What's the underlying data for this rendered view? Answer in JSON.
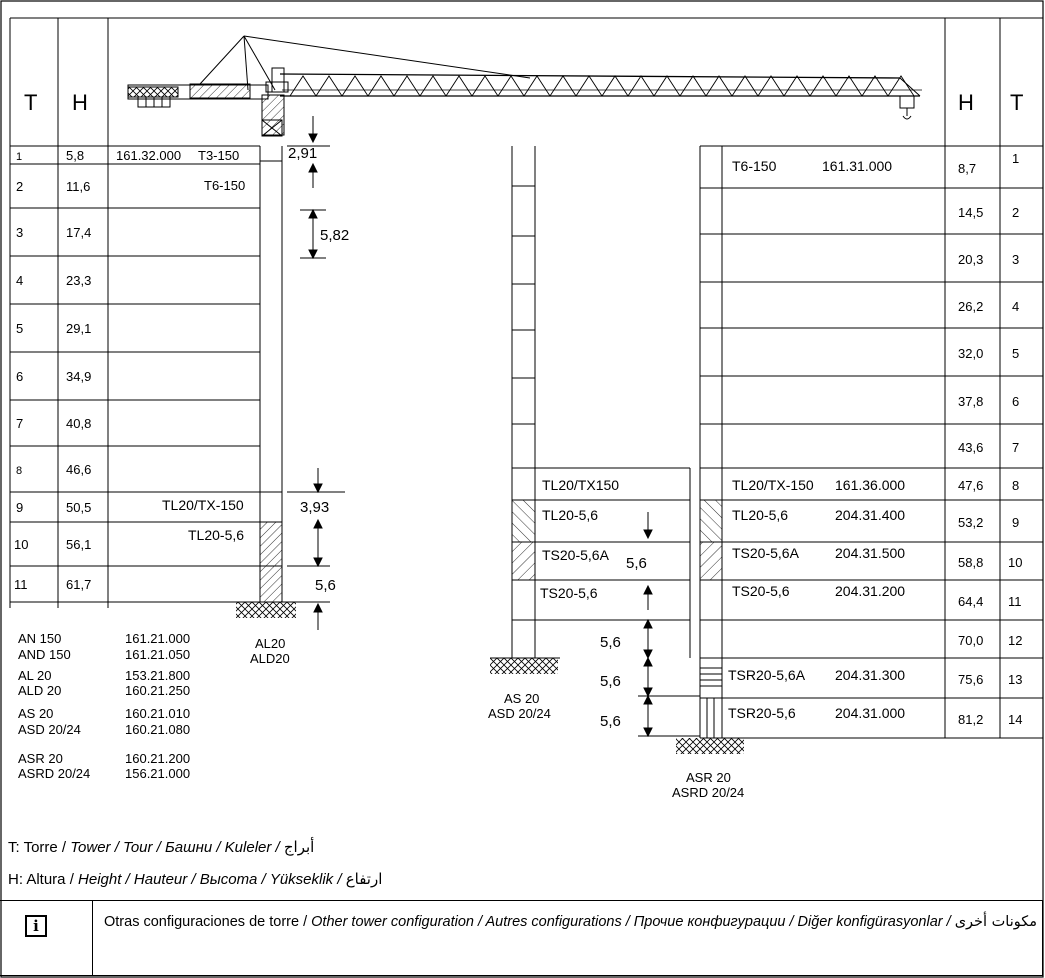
{
  "header": {
    "t": "T",
    "h": "H"
  },
  "left_table": {
    "rows": [
      {
        "t": "1",
        "h": "5,8"
      },
      {
        "t": "2",
        "h": "11,6"
      },
      {
        "t": "3",
        "h": "17,4"
      },
      {
        "t": "4",
        "h": "23,3"
      },
      {
        "t": "5",
        "h": "29,1"
      },
      {
        "t": "6",
        "h": "34,9"
      },
      {
        "t": "7",
        "h": "40,8"
      },
      {
        "t": "8",
        "h": "46,6"
      },
      {
        "t": "9",
        "h": "50,5"
      },
      {
        "t": "10",
        "h": "56,1"
      },
      {
        "t": "11",
        "h": "61,7"
      }
    ],
    "labels": {
      "r1_code": "161.32.000",
      "r1_type": "T3-150",
      "r2_type": "T6-150",
      "r9_type": "TL20/TX-150",
      "r10_type": "TL20-5,6"
    },
    "dims": {
      "d1": "2,91",
      "d2": "5,82",
      "d3": "3,93",
      "d4": "5,6"
    },
    "base": {
      "line1": "AL20",
      "line2": "ALD20"
    }
  },
  "codes": [
    {
      "name": "AN 150",
      "code": "161.21.000"
    },
    {
      "name": "AND 150",
      "code": "161.21.050"
    },
    {
      "name": "AL 20",
      "code": "153.21.800"
    },
    {
      "name": "ALD 20",
      "code": "160.21.250"
    },
    {
      "name": "AS 20",
      "code": "160.21.010"
    },
    {
      "name": "ASD 20/24",
      "code": "160.21.080"
    },
    {
      "name": "ASR 20",
      "code": "160.21.200"
    },
    {
      "name": "ASRD 20/24",
      "code": "156.21.000"
    }
  ],
  "middle": {
    "tl": "TL20/TX150",
    "tl56": "TL20-5,6",
    "ts56a": "TS20-5,6A",
    "ts56": "TS20-5,6",
    "dim_a": "5,6",
    "dim_b": "5,6",
    "dim_c": "5,6",
    "dim_d": "5,6",
    "base": {
      "line1": "AS 20",
      "line2": "ASD 20/24"
    }
  },
  "right_table": {
    "rows": [
      {
        "h": "8,7",
        "t": "1"
      },
      {
        "h": "14,5",
        "t": "2"
      },
      {
        "h": "20,3",
        "t": "3"
      },
      {
        "h": "26,2",
        "t": "4"
      },
      {
        "h": "32,0",
        "t": "5"
      },
      {
        "h": "37,8",
        "t": "6"
      },
      {
        "h": "43,6",
        "t": "7"
      },
      {
        "h": "47,6",
        "t": "8"
      },
      {
        "h": "53,2",
        "t": "9"
      },
      {
        "h": "58,8",
        "t": "10"
      },
      {
        "h": "64,4",
        "t": "11"
      },
      {
        "h": "70,0",
        "t": "12"
      },
      {
        "h": "75,6",
        "t": "13"
      },
      {
        "h": "81,2",
        "t": "14"
      }
    ],
    "sections": [
      {
        "name": "T6-150",
        "code": "161.31.000"
      },
      {
        "name": "TL20/TX-150",
        "code": "161.36.000"
      },
      {
        "name": "TL20-5,6",
        "code": "204.31.400"
      },
      {
        "name": "TS20-5,6A",
        "code": "204.31.500"
      },
      {
        "name": "TS20-5,6",
        "code": "204.31.200"
      },
      {
        "name": "TSR20-5,6A",
        "code": "204.31.300"
      },
      {
        "name": "TSR20-5,6",
        "code": "204.31.000"
      }
    ],
    "base": {
      "line1": "ASR 20",
      "line2": "ASRD 20/24"
    }
  },
  "legend": {
    "t_prefix": "T: Torre / ",
    "t_langs": "Tower / Tour / Башни / Kuleler / ",
    "t_ar": "أبراج",
    "h_prefix": "H: Altura / ",
    "h_langs": "Height / Hauteur / Высота / Yükseklik / ",
    "h_ar": "ارتفاع"
  },
  "note": {
    "es": "Otras configuraciones de torre / ",
    "langs": "Other tower configuration / Autres configurations / Прочие конфигурации / Diğer konfigürasyonlar / ",
    "ar": "مكونات أخرى",
    "icon_char": "i"
  }
}
